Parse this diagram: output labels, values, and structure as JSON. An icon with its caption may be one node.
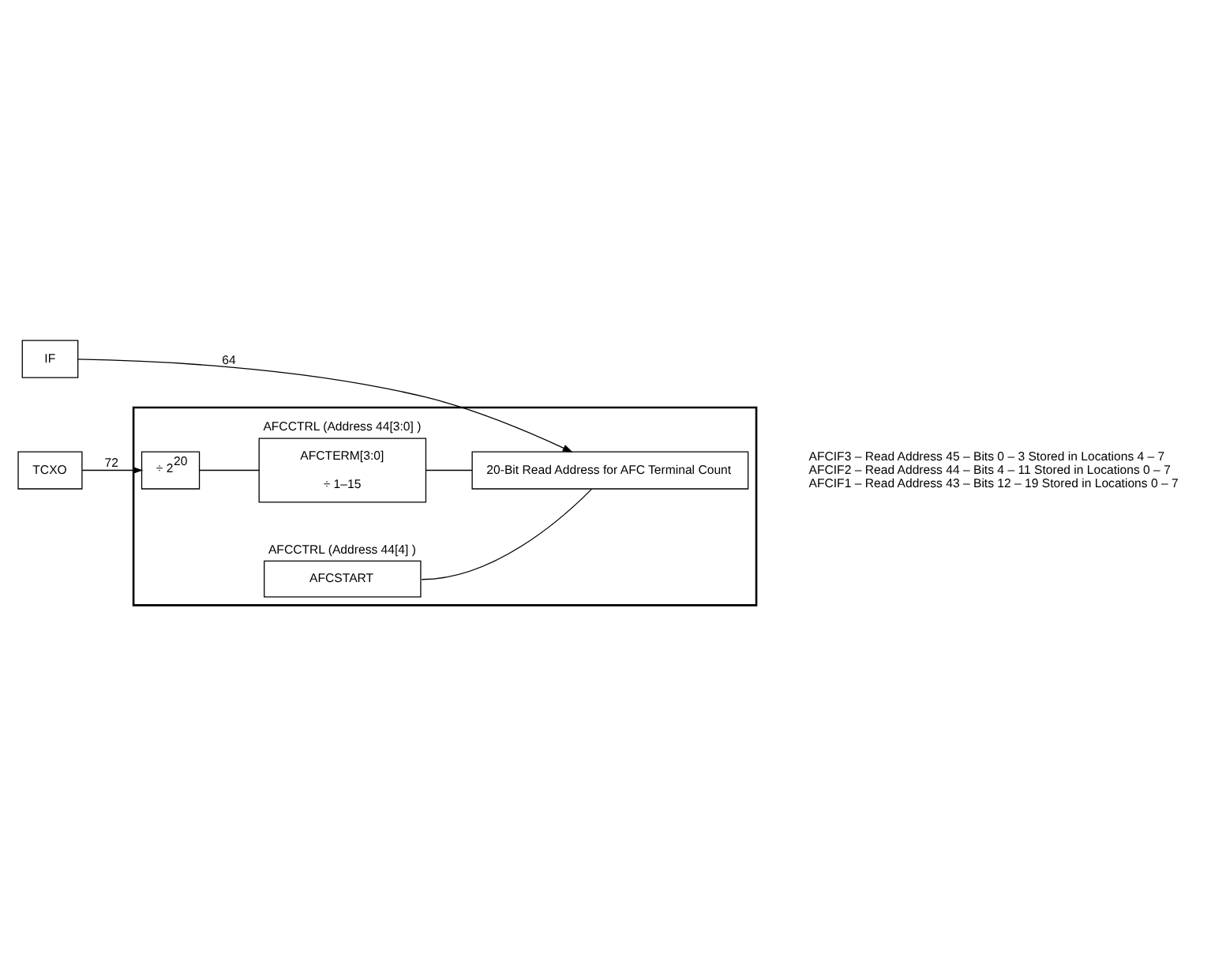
{
  "diagram": {
    "nodes": [
      {
        "text": [],
        "shape": "box"
      },
      {
        "text": [
          "TCXO"
        ]
      },
      {
        "text": [
          "÷ 2$^{20}$"
        ],
        "in": 0
      },
      {
        "text": [
          "AFCTERM[3:0]",
          "÷ 1–15"
        ],
        "beside": [
          "AFCCTRL (Address 44[3:0] )"
        ],
        "in": 0
      },
      {
        "text": [
          "AFCSTART"
        ],
        "beside": [
          "AFCCTRL (Address 44[4] )"
        ],
        "in": 0
      },
      {
        "text": [
          "20-Bit Read Address for AFC Terminal Count"
        ],
        "in": 0
      },
      {
        "text": [
          "IF"
        ]
      }
    ],
    "edges": [
      {
        "from": 1,
        "to": 2,
        "arrow": "to",
        "label": "72"
      },
      {
        "from": 2,
        "to": 3,
        "arrow": "none"
      },
      {
        "from": 3,
        "to": 5,
        "arrow": "none"
      },
      {
        "from": 4,
        "to": 5,
        "arrow": "none"
      },
      {
        "from": 6,
        "to": 5,
        "arrow": "to",
        "label": "64"
      }
    ],
    "labels": [
      "AFCIF3 – Read Address 45 – Bits 0 – 3 Stored in Locations 4 – 7",
      "AFCIF2 – Read Address 44 – Bits 4 – 11 Stored in Locations 0 – 7",
      "AFCIF1 – Read Address 43 – Bits 12 – 19 Stored in Locations 0 – 7"
    ]
  }
}
